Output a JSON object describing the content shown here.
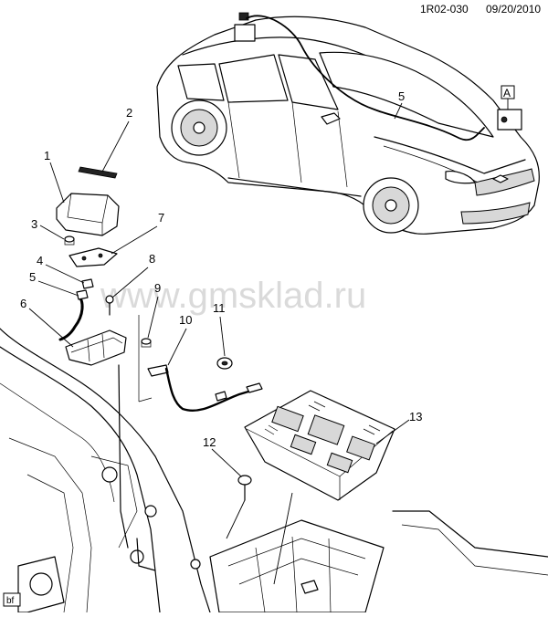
{
  "header": {
    "code": "1R02-030",
    "date": "09/20/2010"
  },
  "watermark": "www.gmsklad.ru",
  "view_label": "A",
  "corner_tag": "bf",
  "callouts": [
    "1",
    "2",
    "3",
    "4",
    "5",
    "6",
    "7",
    "8",
    "9",
    "10",
    "11",
    "12",
    "13"
  ]
}
